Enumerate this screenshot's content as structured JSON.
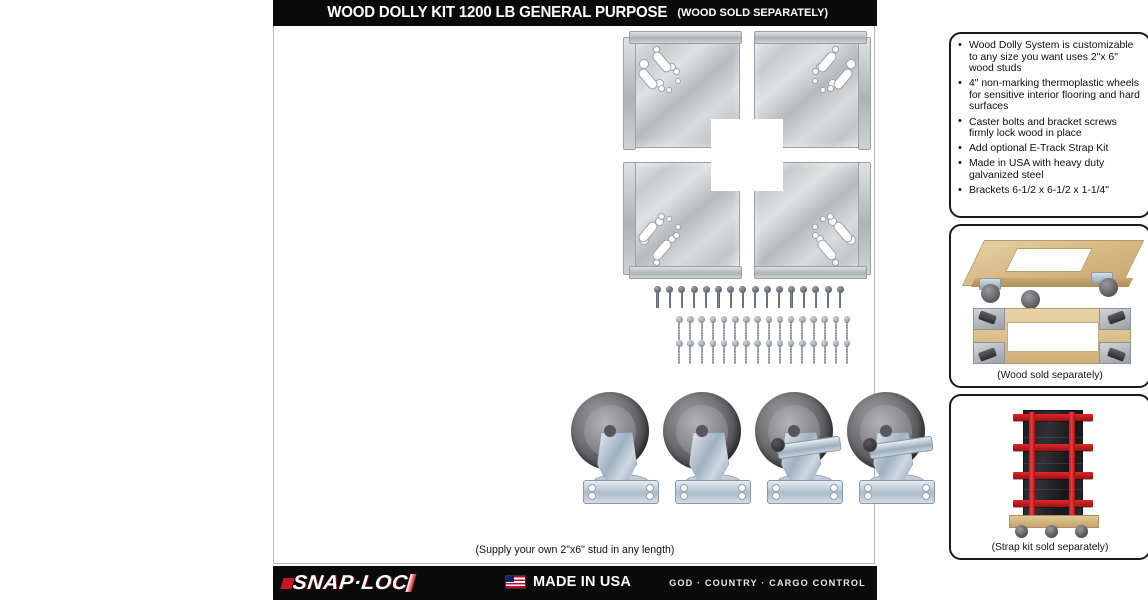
{
  "header": {
    "title_main": "WOOD DOLLY KIT 1200 LB GENERAL PURPOSE",
    "title_sub": "(WOOD SOLD SEPARATELY)"
  },
  "features": {
    "items": [
      "Wood Dolly System is customizable to any size you want uses 2\"x 6\" wood studs",
      "4\" non-marking thermoplastic wheels for sensitive interior flooring and hard surfaces",
      "Caster bolts and bracket screws firmly lock wood in place",
      "Add optional E-Track Strap Kit",
      "Made in USA with heavy duty galvanized steel",
      "Brackets 6-1/2 x 6-1/2 x 1-1/4\""
    ]
  },
  "panels": {
    "dolly_caption": "(Wood sold separately)",
    "strap_caption": "(Strap kit sold separately)"
  },
  "main": {
    "stud_note": "(Supply your own 2\"x6\" stud in any length)"
  },
  "footer": {
    "logo_text": "SNAP·LOC",
    "made_in_usa": "MADE IN USA",
    "tagline": "GOD · COUNTRY · CARGO CONTROL"
  },
  "colors": {
    "brand_red": "#c8161d",
    "bar_black": "#0a0a0a",
    "steel": "#c7cbcd",
    "wood": "#dcc08c",
    "strap_red": "#c41a1c",
    "flag_blue": "#002868",
    "flag_red": "#bf0a30"
  }
}
